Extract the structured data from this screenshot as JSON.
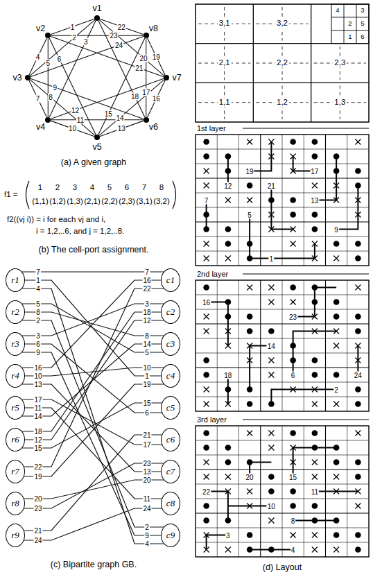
{
  "diagram": {
    "nodes": [
      {
        "text": [
          "v1"
        ]
      },
      {
        "text": [
          "v2"
        ]
      },
      {
        "text": [
          "v3"
        ]
      },
      {
        "text": [
          "v4"
        ]
      },
      {
        "text": [
          "v5"
        ]
      },
      {
        "text": [
          "v6"
        ]
      },
      {
        "text": [
          "v7"
        ]
      },
      {
        "text": [
          "v8"
        ]
      },
      {
        "text": [
          "r1"
        ]
      },
      {
        "text": [
          "r2"
        ]
      },
      {
        "text": [
          "r3"
        ]
      },
      {
        "text": [
          "r4"
        ]
      },
      {
        "text": [
          "r5"
        ]
      },
      {
        "text": [
          "r6"
        ]
      },
      {
        "text": [
          "r7"
        ]
      },
      {
        "text": [
          "r8"
        ]
      },
      {
        "text": [
          "r9"
        ]
      },
      {
        "text": [
          "c1"
        ]
      },
      {
        "text": [
          "c2"
        ]
      },
      {
        "text": [
          "c3"
        ]
      },
      {
        "text": [
          "c4"
        ]
      },
      {
        "text": [
          "c5"
        ]
      },
      {
        "text": [
          "c6"
        ]
      },
      {
        "text": [
          "c7"
        ]
      },
      {
        "text": [
          "c8"
        ]
      },
      {
        "text": [
          "c9"
        ]
      }
    ],
    "edges": [
      {
        "from": 0,
        "to": 1,
        "arrow": "none",
        "label": "1"
      },
      {
        "from": 0,
        "to": 2,
        "arrow": "none",
        "label": "2"
      },
      {
        "from": 0,
        "to": 3,
        "arrow": "none",
        "label": "3"
      },
      {
        "from": 1,
        "to": 2,
        "arrow": "none",
        "label": "4"
      },
      {
        "from": 1,
        "to": 3,
        "arrow": "none",
        "label": "5"
      },
      {
        "from": 1,
        "to": 4,
        "arrow": "none",
        "label": "6"
      },
      {
        "from": 2,
        "to": 3,
        "arrow": "none",
        "label": "7"
      },
      {
        "from": 2,
        "to": 4,
        "arrow": "none",
        "label": "8"
      },
      {
        "from": 2,
        "to": 5,
        "arrow": "none",
        "label": "9"
      },
      {
        "from": 3,
        "to": 4,
        "arrow": "none",
        "label": "10"
      },
      {
        "from": 3,
        "to": 5,
        "arrow": "none",
        "label": "11"
      },
      {
        "from": 3,
        "to": 6,
        "arrow": "none",
        "label": "12"
      },
      {
        "from": 4,
        "to": 5,
        "arrow": "none",
        "label": "13"
      },
      {
        "from": 4,
        "to": 6,
        "arrow": "none",
        "label": "14"
      },
      {
        "from": 4,
        "to": 7,
        "arrow": "none",
        "label": "15"
      },
      {
        "from": 5,
        "to": 6,
        "arrow": "none",
        "label": "16"
      },
      {
        "from": 5,
        "to": 7,
        "arrow": "none",
        "label": "17"
      },
      {
        "from": 5,
        "to": 0,
        "arrow": "none",
        "label": "18"
      },
      {
        "from": 6,
        "to": 7,
        "arrow": "none",
        "label": "19"
      },
      {
        "from": 6,
        "to": 0,
        "arrow": "none",
        "label": "20"
      },
      {
        "from": 6,
        "to": 1,
        "arrow": "none",
        "label": "21"
      },
      {
        "from": 7,
        "to": 0,
        "arrow": "none",
        "label": "22"
      },
      {
        "from": 7,
        "to": 1,
        "arrow": "none",
        "label": "23"
      },
      {
        "from": 7,
        "to": 2,
        "arrow": "none",
        "label": "24"
      },
      {
        "from": 8,
        "to": 17,
        "arrow": "none",
        "label": "7"
      },
      {
        "from": 8,
        "to": 20,
        "arrow": "none",
        "label": "1"
      },
      {
        "from": 8,
        "to": 25,
        "arrow": "none",
        "label": "4"
      },
      {
        "from": 9,
        "to": 19,
        "arrow": "none",
        "label": "5"
      },
      {
        "from": 9,
        "to": 19,
        "arrow": "none",
        "label": "8"
      },
      {
        "from": 9,
        "to": 25,
        "arrow": "none",
        "label": "2"
      },
      {
        "from": 10,
        "to": 18,
        "arrow": "none",
        "label": "3"
      },
      {
        "from": 10,
        "to": 21,
        "arrow": "none",
        "label": "6"
      },
      {
        "from": 10,
        "to": 25,
        "arrow": "none",
        "label": "9"
      },
      {
        "from": 11,
        "to": 17,
        "arrow": "none",
        "label": "16"
      },
      {
        "from": 11,
        "to": 20,
        "arrow": "none",
        "label": "10"
      },
      {
        "from": 11,
        "to": 23,
        "arrow": "none",
        "label": "13"
      },
      {
        "from": 12,
        "to": 22,
        "arrow": "none",
        "label": "17"
      },
      {
        "from": 12,
        "to": 24,
        "arrow": "none",
        "label": "11"
      },
      {
        "from": 12,
        "to": 19,
        "arrow": "none",
        "label": "14"
      },
      {
        "from": 13,
        "to": 18,
        "arrow": "none",
        "label": "18"
      },
      {
        "from": 13,
        "to": 18,
        "arrow": "none",
        "label": "12"
      },
      {
        "from": 13,
        "to": 21,
        "arrow": "none",
        "label": "15"
      },
      {
        "from": 14,
        "to": 17,
        "arrow": "none",
        "label": "22"
      },
      {
        "from": 14,
        "to": 20,
        "arrow": "none",
        "label": "19"
      },
      {
        "from": 15,
        "to": 23,
        "arrow": "none",
        "label": "20"
      },
      {
        "from": 15,
        "to": 23,
        "arrow": "none",
        "label": "23"
      },
      {
        "from": 16,
        "to": 22,
        "arrow": "none",
        "label": "21"
      },
      {
        "from": 16,
        "to": 24,
        "arrow": "none",
        "label": "24"
      }
    ],
    "labels": [
      "(a) A given graph",
      "f1 =",
      "1",
      "2",
      "3",
      "4",
      "5",
      "6",
      "7",
      "8",
      "(1,1)",
      "(1,2)",
      "(1,3)",
      "(2,1)",
      "(2,2)",
      "(2,3)",
      "(3,1)",
      "(3,2)",
      "f2((vj i)) = i for each vj and i,",
      "i = 1,2,..6, and j = 1,2,..8.",
      "(b) The cell-port assignment.",
      "7",
      "16",
      "22",
      "3",
      "18",
      "12",
      "8",
      "14",
      "5",
      "10",
      "1",
      "19",
      "15",
      "6",
      "21",
      "17",
      "23",
      "13",
      "20",
      "11",
      "24",
      "2",
      "9",
      "4",
      "(c) Bipartite graph GB.",
      "3,1",
      "3,2",
      "4",
      "3",
      "2",
      "5",
      "1",
      "6",
      "2,1",
      "2,2",
      "2,3",
      "1,1",
      "1,2",
      "1,3",
      "1st layer",
      "19",
      "17",
      "12",
      "21",
      "7",
      "13",
      "5",
      "9",
      "1",
      "2nd layer",
      "16",
      "23",
      "14",
      "18",
      "6",
      "24",
      "2",
      "3rd layer",
      "20",
      "15",
      "22",
      "11",
      "10",
      "8",
      "3",
      "4",
      "(d) Layout"
    ]
  }
}
